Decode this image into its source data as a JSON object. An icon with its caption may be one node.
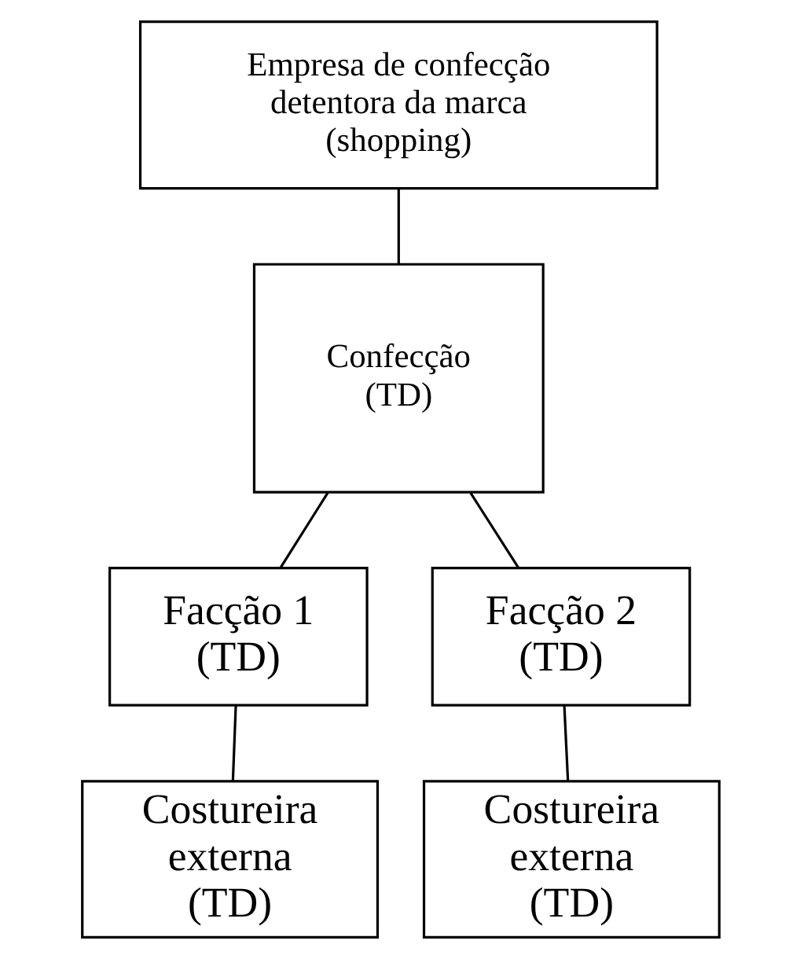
{
  "diagram": {
    "nodes": [
      {
        "text": [
          "Empresa de confecção detentora da marca (shopping)"
        ]
      },
      {
        "text": [
          "Confecção (TD)"
        ]
      },
      {
        "text": [
          "Facção 1 (TD)"
        ]
      },
      {
        "text": [
          "Facção 2 (TD)"
        ]
      },
      {
        "text": [
          "Costureira externa (TD)"
        ]
      },
      {
        "text": [
          "Costureira externa (TD)"
        ]
      }
    ],
    "edges": [
      {
        "from": 0,
        "to": 1,
        "arrow": "none"
      },
      {
        "from": 1,
        "to": 2,
        "arrow": "none"
      },
      {
        "from": 1,
        "to": 3,
        "arrow": "none"
      },
      {
        "from": 2,
        "to": 4,
        "arrow": "none"
      },
      {
        "from": 3,
        "to": 5,
        "arrow": "none"
      }
    ]
  }
}
